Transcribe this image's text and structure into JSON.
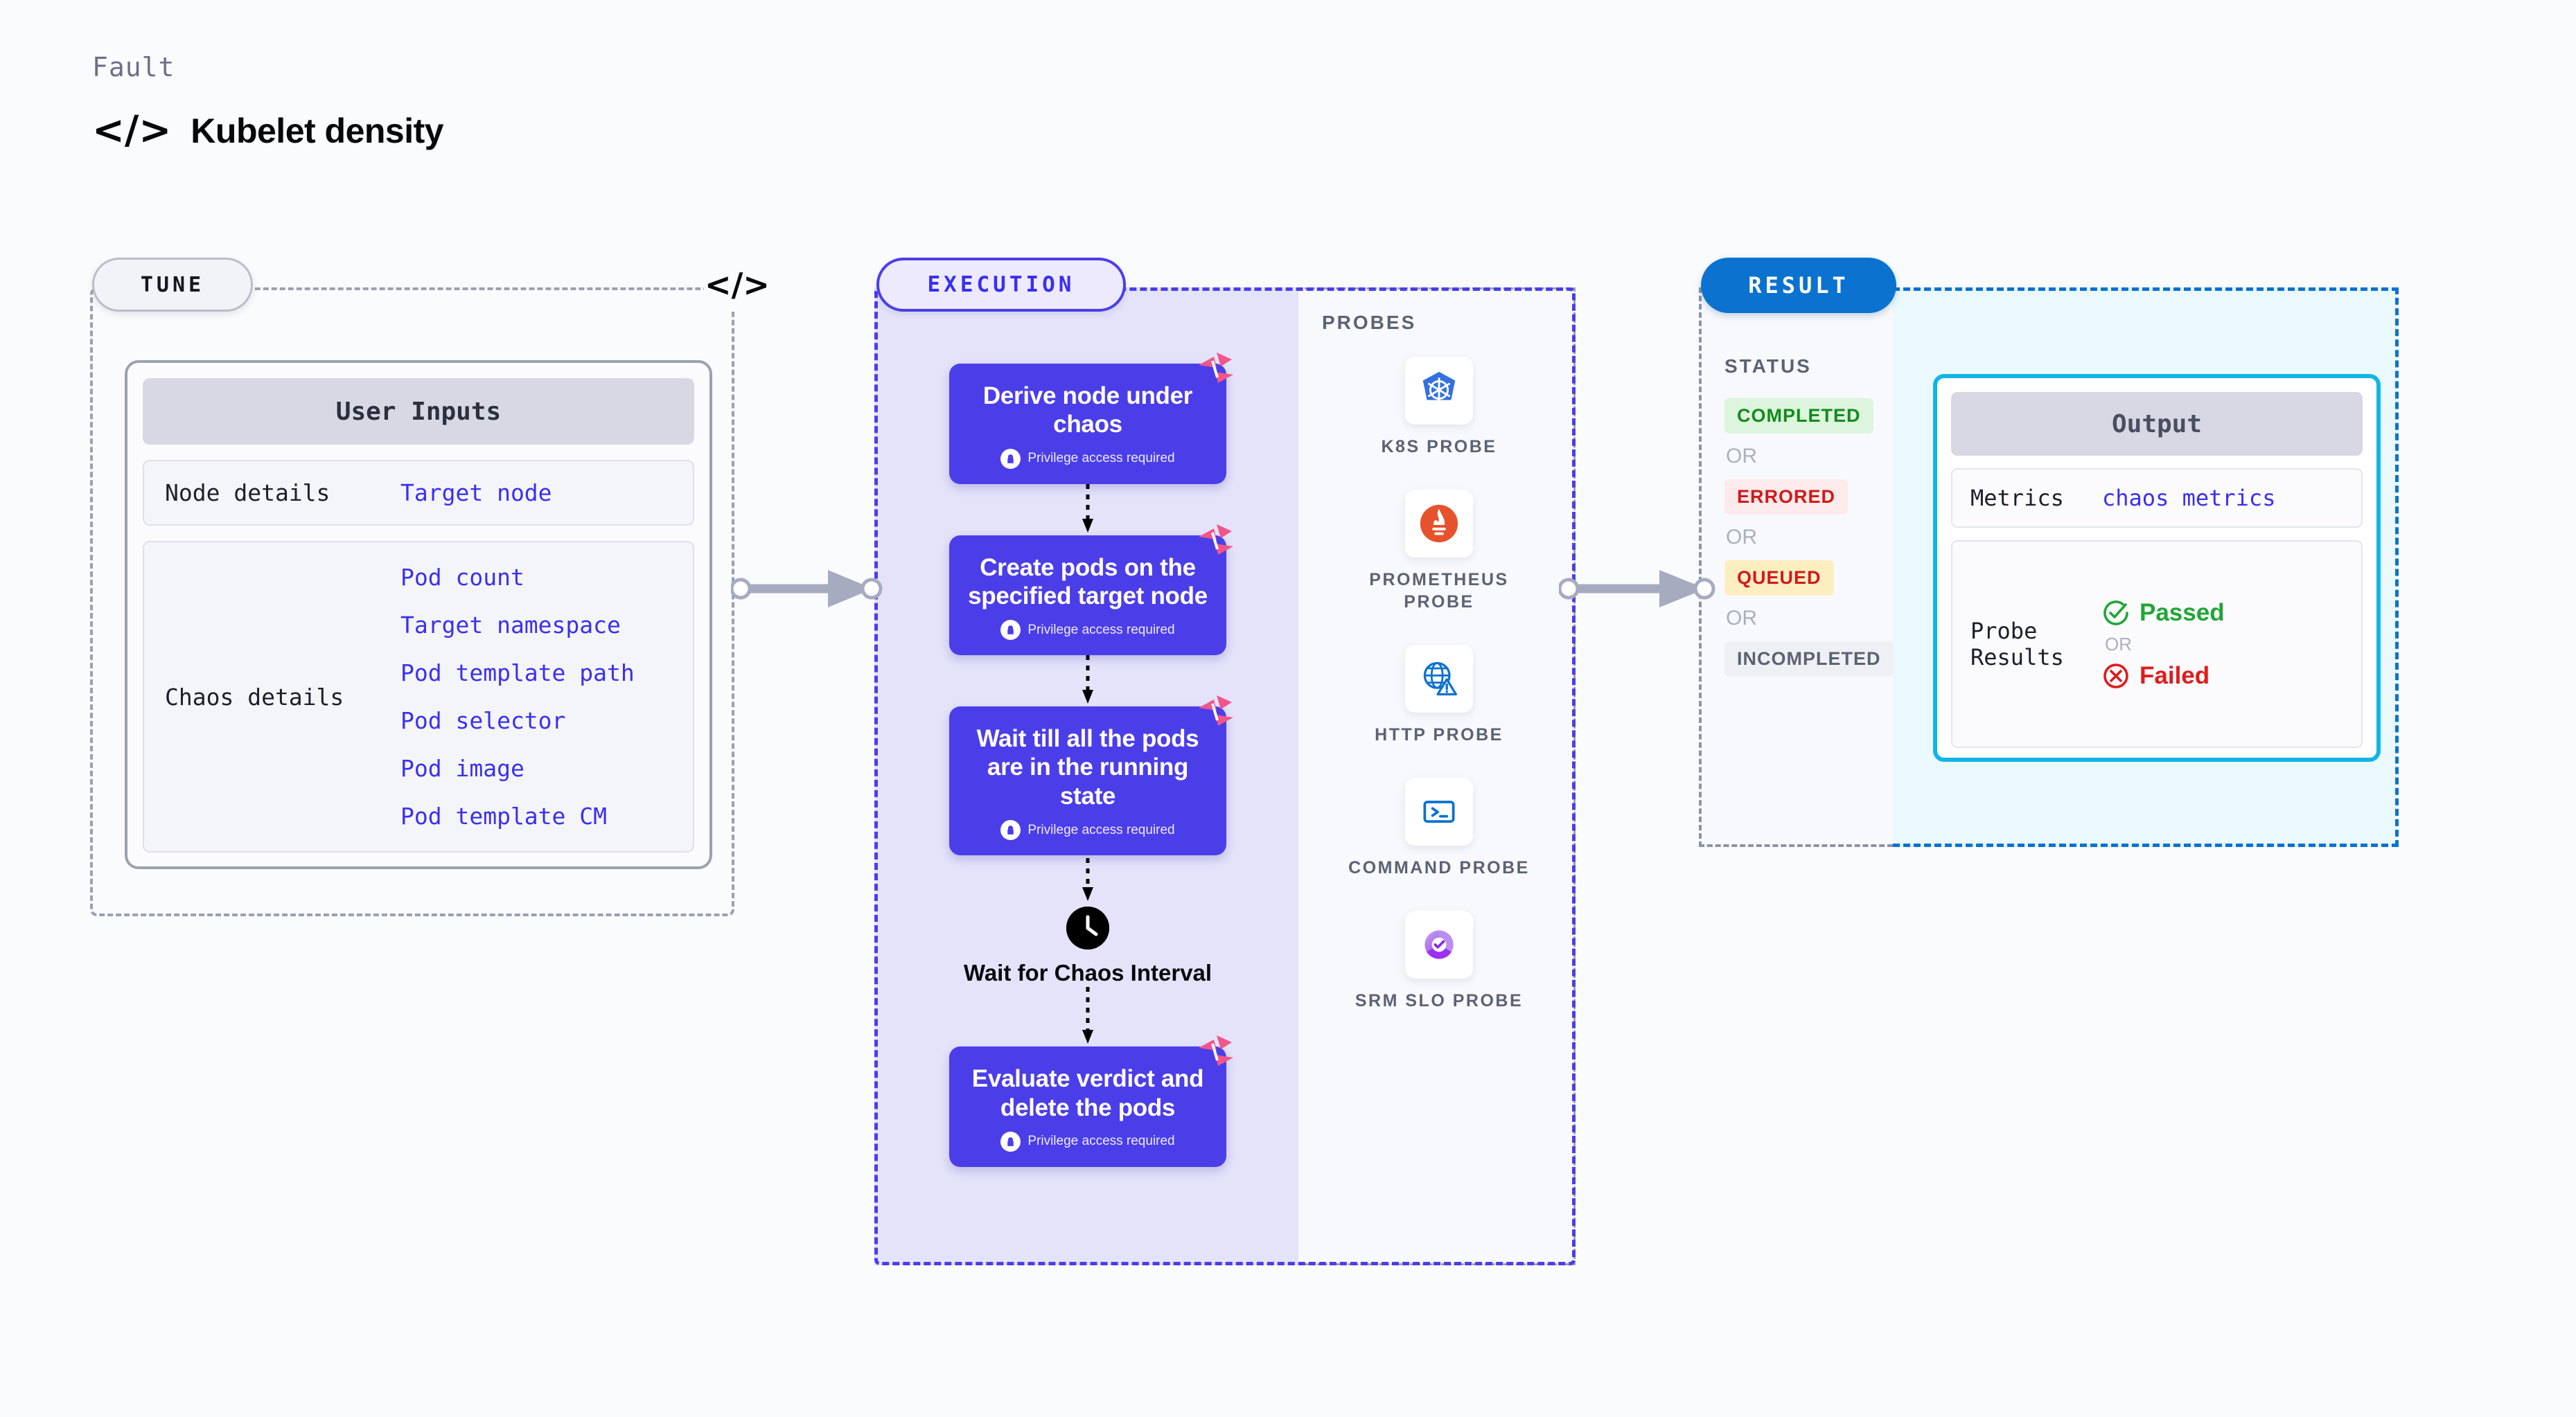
{
  "header": {
    "eyebrow": "Fault",
    "code_icon": "</>",
    "title": "Kubelet density"
  },
  "tune": {
    "pill_label": "TUNE",
    "code_badge_icon": "</>",
    "card_title": "User Inputs",
    "rows": [
      {
        "key": "Node details",
        "values": [
          "Target node"
        ]
      },
      {
        "key": "Chaos details",
        "values": [
          "Pod count",
          "Target namespace",
          "Pod template path",
          "Pod selector",
          "Pod image",
          "Pod template CM"
        ]
      }
    ]
  },
  "execution": {
    "pill_label": "EXECUTION",
    "privilege_note": "Privilege access required",
    "steps": [
      {
        "title": "Derive node under chaos",
        "privileged": true,
        "badge": "harness-mark"
      },
      {
        "title": "Create pods on the specified target node",
        "privileged": true,
        "badge": "harness-mark"
      },
      {
        "title": "Wait till all the pods are in the running state",
        "privileged": true,
        "badge": "harness-mark"
      },
      {
        "title": "Evaluate verdict and delete the pods",
        "privileged": true,
        "badge": "harness-mark"
      }
    ],
    "wait_node": {
      "icon": "clock-icon",
      "label": "Wait for Chaos Interval"
    },
    "probes": {
      "section_label": "PROBES",
      "items": [
        {
          "name": "K8S PROBE",
          "icon": "kubernetes-icon"
        },
        {
          "name": "PROMETHEUS PROBE",
          "icon": "prometheus-icon"
        },
        {
          "name": "HTTP PROBE",
          "icon": "globe-warning-icon"
        },
        {
          "name": "COMMAND PROBE",
          "icon": "terminal-icon"
        },
        {
          "name": "SRM SLO PROBE",
          "icon": "srm-slo-icon"
        }
      ]
    }
  },
  "result": {
    "pill_label": "RESULT",
    "status_label": "STATUS",
    "or_label": "OR",
    "statuses": [
      {
        "label": "COMPLETED",
        "bg": "#ddf5dd",
        "fg": "#138a1e"
      },
      {
        "label": "ERRORED",
        "bg": "#fdeaea",
        "fg": "#cf1a1a"
      },
      {
        "label": "QUEUED",
        "bg": "#fdeec2",
        "fg": "#cf1a1a"
      },
      {
        "label": "INCOMPLETED",
        "bg": "#eef0f4",
        "fg": "#5c6274"
      }
    ],
    "output": {
      "title": "Output",
      "metrics_key": "Metrics",
      "metrics_value": "chaos metrics",
      "probe_results_key": "Probe Results",
      "passed_label": "Passed",
      "failed_label": "Failed",
      "or_label": "OR"
    }
  },
  "colors": {
    "accent_indigo": "#4b3ee8",
    "accent_blue": "#0b72d0",
    "accent_cyan": "#10b5e8",
    "accent_pink": "#f2558a",
    "link_blue": "#3a2ff0",
    "page_bg": "#fafbfd"
  }
}
